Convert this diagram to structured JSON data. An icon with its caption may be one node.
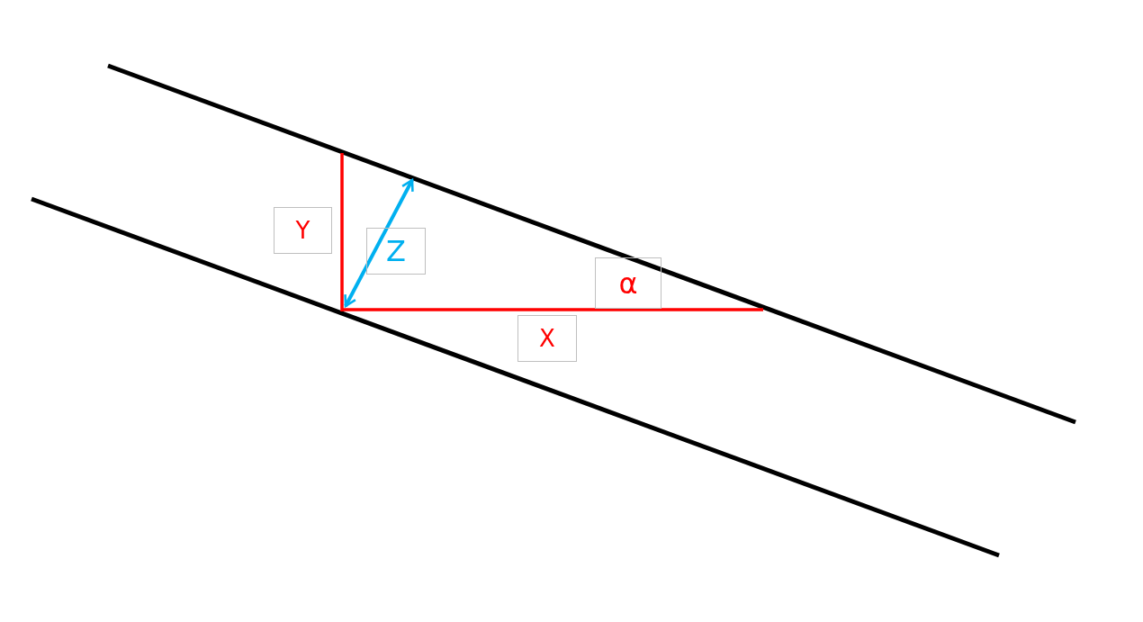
{
  "diagram": {
    "nodes": [
      {
        "text": [
          "Y"
        ]
      },
      {
        "text": [
          "Z"
        ]
      },
      {
        "text": [
          "α"
        ]
      },
      {
        "text": [
          "X"
        ]
      }
    ]
  }
}
